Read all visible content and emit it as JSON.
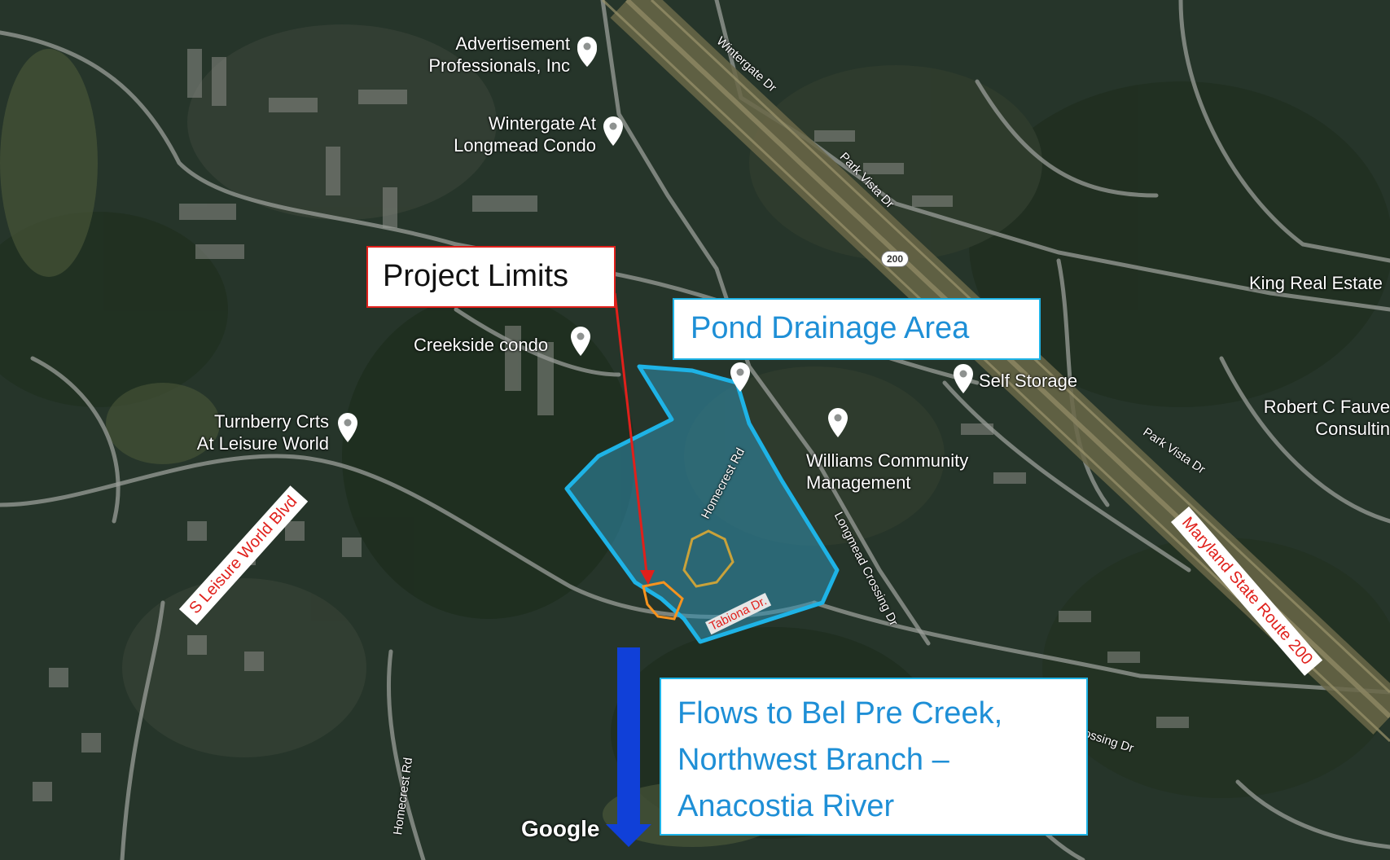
{
  "pois": {
    "advertisement": "Advertisement\nProfessionals, Inc",
    "wintergate": "Wintergate At\nLongmead Condo",
    "creekside": "Creekside condo",
    "turnberry": "Turnberry Crts\nAt Leisure World",
    "self_storage": "Self Storage",
    "williams": "Williams Community\nManagement",
    "king": "King Real Estate",
    "robert": "Robert C Fauve\nConsultin"
  },
  "streets": {
    "wintergate_dr": "Wintergate Dr",
    "park_vista_dr_1": "Park Vista Dr",
    "park_vista_dr_2": "Park Vista Dr",
    "homecrest_rd_1": "Homecrest Rd",
    "homecrest_rd_2": "Homecrest Rd",
    "longmead_crossing_dr": "Longmead Crossing Dr",
    "crossing_dr": "ossing Dr",
    "tabiona_dr": "Tabiona Dr.",
    "route_200": "200"
  },
  "labels": {
    "s_leisure_world_blvd": "S Leisure World Blvd",
    "maryland_route_200": "Maryland State Route 200"
  },
  "callouts": {
    "project_limits": "Project Limits",
    "pond_drainage_area": "Pond Drainage Area",
    "flows_line1": "Flows to Bel Pre Creek,",
    "flows_line2": "Northwest Branch –",
    "flows_line3": "Anacostia River"
  },
  "branding": {
    "google": "Google"
  },
  "colors": {
    "drainage_outline": "#1eb3e6",
    "drainage_fill": "#2f8fb0",
    "project_outline": "#f7931e",
    "project_red": "#e0201b",
    "flow_arrow": "#1040d8",
    "callout_text_blue": "#1e8fd6"
  }
}
